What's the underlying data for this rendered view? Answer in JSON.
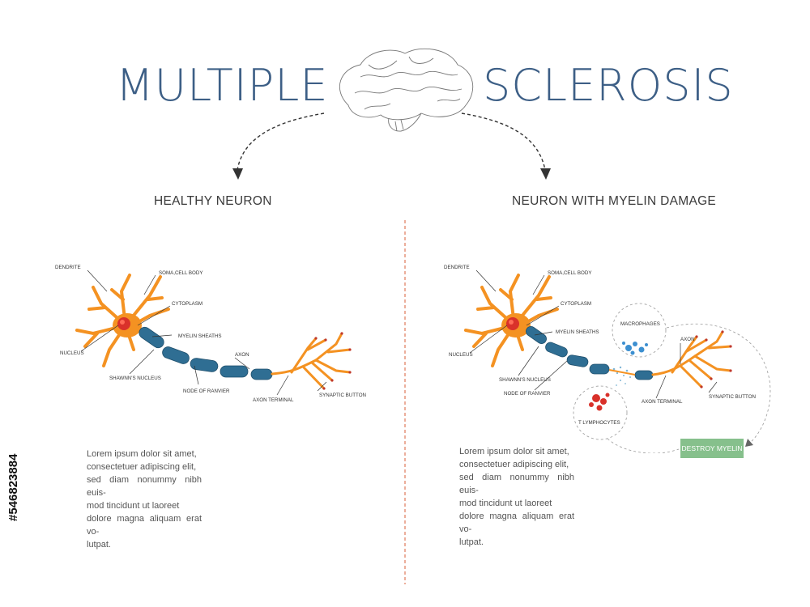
{
  "title": {
    "left": "MULTIPLE",
    "right": "SCLEROSIS"
  },
  "colors": {
    "title": "#3d5f86",
    "axon_blue": "#2f6e93",
    "orange": "#f49222",
    "nucleus_red": "#d9312a",
    "divider": "#e07a5a",
    "badge_green": "#86c08c"
  },
  "healthy": {
    "heading": "HEALTHY NEURON",
    "labels": {
      "dendrite": "DENDRITE",
      "soma": "SOMA,CELL BODY",
      "cytoplasm": "CYTOPLASM",
      "myelin": "MYELIN SHEATHS",
      "nucleus": "NUCLEUS",
      "schwann": "SHAWNN'S NUCLEUS",
      "axon": "AXON",
      "ranvier": "NODE OF RANVIER",
      "terminal": "AXON TERMINAL",
      "synaptic": "SYNAPTIC BUTTON"
    },
    "text": [
      "Lorem ipsum dolor sit amet,",
      "consectetuer adipiscing elit,",
      "sed diam nonummy nibh euis-",
      "mod tincidunt ut laoreet",
      "dolore magna aliquam erat vo-",
      "lutpat."
    ]
  },
  "damaged": {
    "heading": "NEURON WITH MYELIN DAMAGE",
    "labels": {
      "dendrite": "DENDRITE",
      "soma": "SOMA,CELL BODY",
      "cytoplasm": "CYTOPLASM",
      "myelin": "MYELIN SHEATHS",
      "nucleus": "NUCLEUS",
      "schwann": "SHAWNN'S NUCLEUS",
      "axon": "AXON",
      "ranvier": "NODE OF RANVIER",
      "terminal": "AXON TERMINAL",
      "synaptic": "SYNAPTIC BUTTON",
      "macrophages": "MACROPHAGES",
      "tlymph": "T LYMPHOCYTES"
    },
    "badge": "DESTROY MYELIN",
    "text": [
      "Lorem ipsum dolor sit amet,",
      "consectetuer adipiscing elit,",
      "sed diam nonummy nibh euis-",
      "mod tincidunt ut laoreet",
      "dolore magna aliquam erat vo-",
      "lutpat."
    ]
  },
  "stock_id": "#546823884"
}
